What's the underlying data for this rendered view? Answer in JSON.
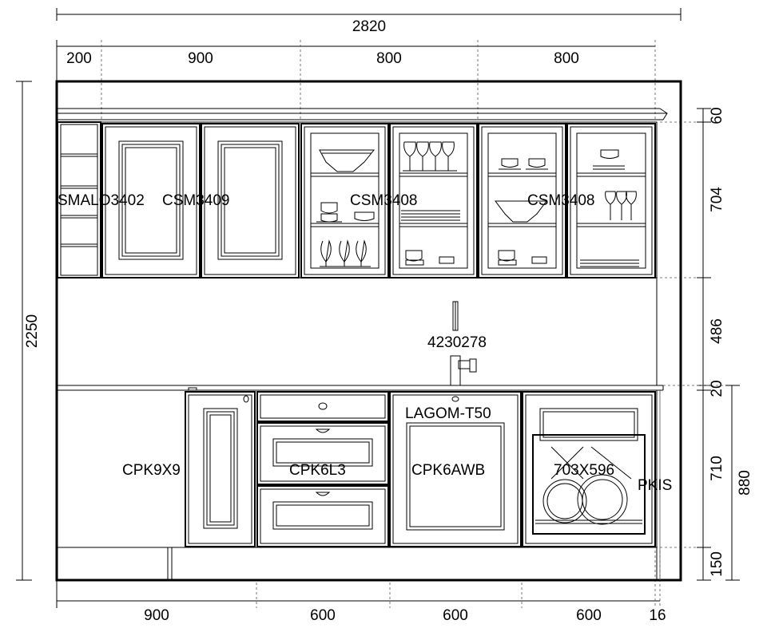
{
  "dimensions": {
    "total_width": "2820",
    "top_segments": [
      "200",
      "900",
      "800",
      "800"
    ],
    "bottom_segments": [
      "900",
      "600",
      "600",
      "600",
      "16"
    ],
    "left_height": "2250",
    "right_heights": [
      "60",
      "704",
      "486",
      "20",
      "710",
      "150"
    ],
    "base_height": "880"
  },
  "labels": {
    "smalo": "SMALO3402",
    "csm3409": "CSM3409",
    "csm3408_a": "CSM3408",
    "csm3408_b": "CSM3408",
    "faucet": "4230278",
    "sink": "LAGOM-T50",
    "cpk9x9": "CPK9X9",
    "cpk6l3": "CPK6L3",
    "cpk6awb": "CPK6AWB",
    "dishwasher_size": "703X596",
    "pkis": "PKIS"
  }
}
